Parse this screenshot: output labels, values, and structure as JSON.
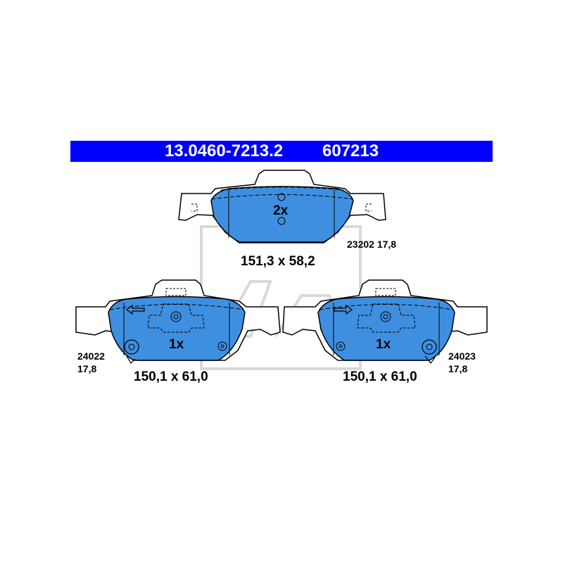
{
  "header": {
    "part_number": "13.0460-7213.2",
    "reference_number": "607213"
  },
  "pads": {
    "top": {
      "quantity": "2x",
      "dimensions": "151,3 x 58,2",
      "code": "23202 17,8"
    },
    "left": {
      "quantity": "1x",
      "dimensions": "150,1 x 61,0",
      "code_line1": "24022",
      "code_line2": "17,8"
    },
    "right": {
      "quantity": "1x",
      "dimensions": "150,1 x 61,0",
      "code_line1": "24023",
      "code_line2": "17,8"
    }
  },
  "colors": {
    "banner": "#0000ff",
    "pad_fill": "#3f8fe0",
    "outline": "#000000",
    "watermark": "#d9d9d9"
  },
  "icons": [
    "arrow-left-icon",
    "arrow-right-icon",
    "wear-sensor-icon"
  ]
}
